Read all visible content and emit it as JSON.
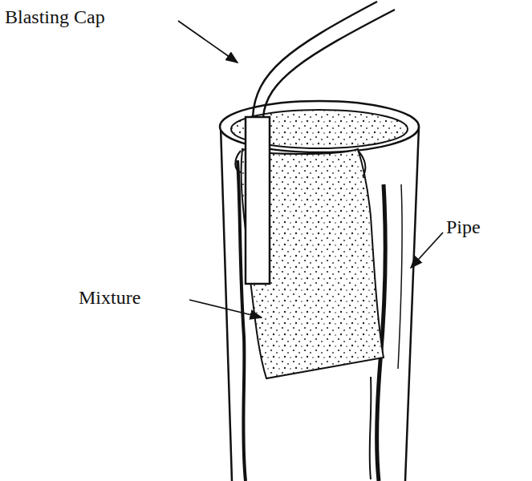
{
  "diagram": {
    "labels": [
      "Blasting Cap",
      "Mixture",
      "Pipe"
    ]
  }
}
